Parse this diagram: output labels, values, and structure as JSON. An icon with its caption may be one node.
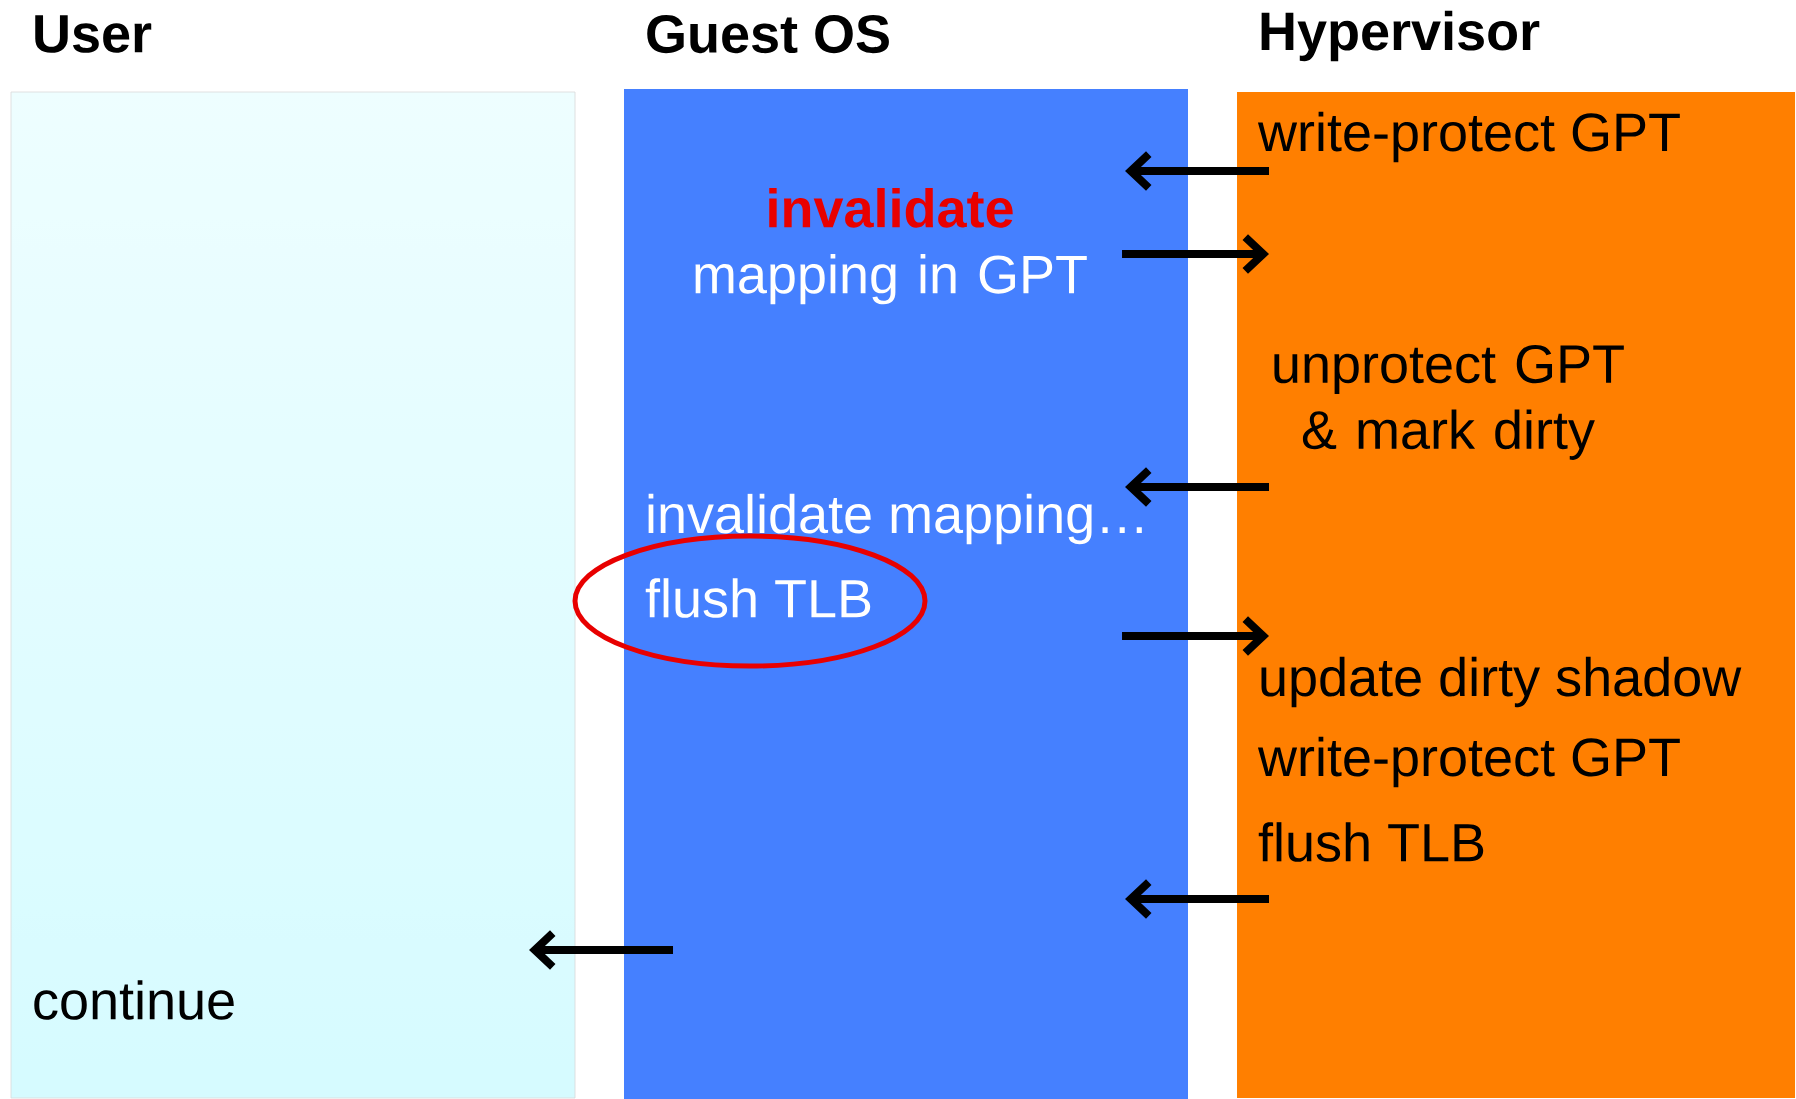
{
  "diagram": {
    "nodes": [
      {
        "text": [
          "User",
          "continue"
        ]
      },
      {
        "text": [
          "Guest OS",
          "invalidate",
          "mapping in GPT",
          "invalidate mapping…",
          "flush TLB"
        ]
      },
      {
        "text": [
          "Hypervisor",
          "write-protect GPT",
          "unprotect GPT & mark dirty",
          "update dirty shadow",
          "write-protect GPT",
          "flush TLB"
        ]
      }
    ],
    "edges": [
      {
        "from": 2,
        "to": 1,
        "arrow": "to"
      },
      {
        "from": 1,
        "to": 2,
        "arrow": "to"
      },
      {
        "from": 2,
        "to": 1,
        "arrow": "to"
      },
      {
        "from": 1,
        "to": 2,
        "arrow": "to"
      },
      {
        "from": 2,
        "to": 1,
        "arrow": "to"
      },
      {
        "from": 1,
        "to": 0,
        "arrow": "to"
      }
    ]
  }
}
